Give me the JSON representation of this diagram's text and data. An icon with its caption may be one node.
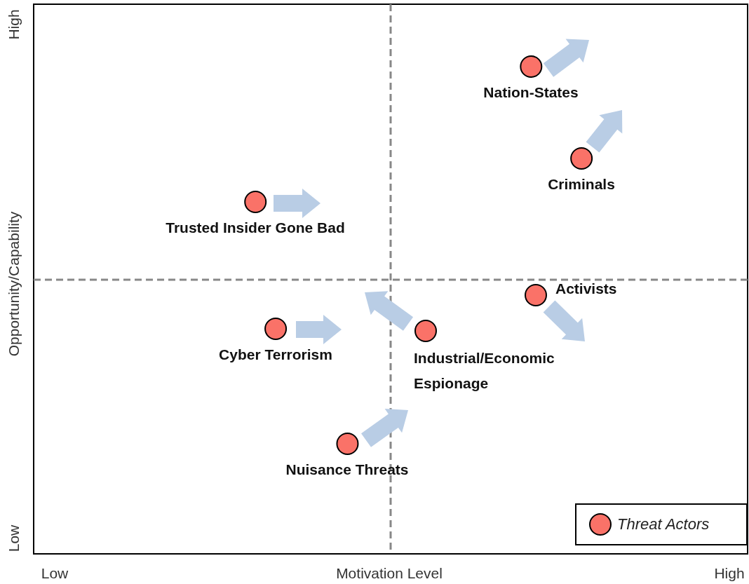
{
  "diagram": {
    "nodes": [
      {
        "text": [
          "Nation-States"
        ]
      },
      {
        "text": [
          "Criminals"
        ]
      },
      {
        "text": [
          "Trusted Insider Gone Bad"
        ]
      },
      {
        "text": [
          "Activists"
        ]
      },
      {
        "text": [
          "Cyber Terrorism"
        ]
      },
      {
        "text": [
          "Industrial/Economic Espionage"
        ]
      },
      {
        "text": [
          "Nuisance Threats"
        ]
      }
    ],
    "edges": [
      {
        "from": 0,
        "to": null,
        "arrow": "to"
      },
      {
        "from": 1,
        "to": null,
        "arrow": "to"
      },
      {
        "from": 2,
        "to": null,
        "arrow": "to"
      },
      {
        "from": 3,
        "to": null,
        "arrow": "to"
      },
      {
        "from": 4,
        "to": null,
        "arrow": "to"
      },
      {
        "from": 5,
        "to": null,
        "arrow": "to"
      },
      {
        "from": 6,
        "to": null,
        "arrow": "to"
      }
    ],
    "labels": [
      "High",
      "Opportunity/Capability",
      "Low",
      "Low",
      "Motivation Level",
      "High"
    ],
    "legend": [
      {
        "text": "Threat Actors",
        "color": "#fa7268"
      }
    ]
  }
}
